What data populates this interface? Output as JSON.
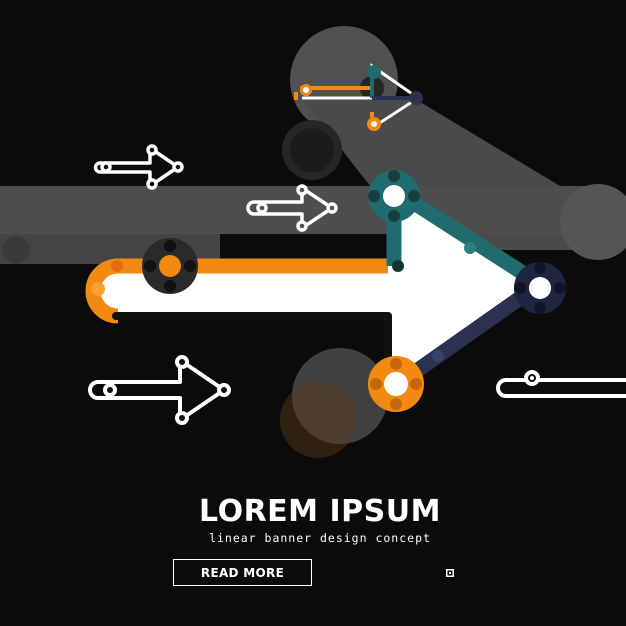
{
  "banner": {
    "headline": "LOREM IPSUM",
    "tagline": "linear banner design concept",
    "cta_label": "READ MORE"
  },
  "colors": {
    "background": "#0b0b0b",
    "gray": "#505050",
    "orange": "#f28a12",
    "teal": "#1f6b6d",
    "navy": "#2b3150",
    "white": "#ffffff"
  },
  "icons": {
    "main": "large-arrow-icon",
    "small": "arrow-right-icon",
    "bullet": "square-dot-icon"
  }
}
